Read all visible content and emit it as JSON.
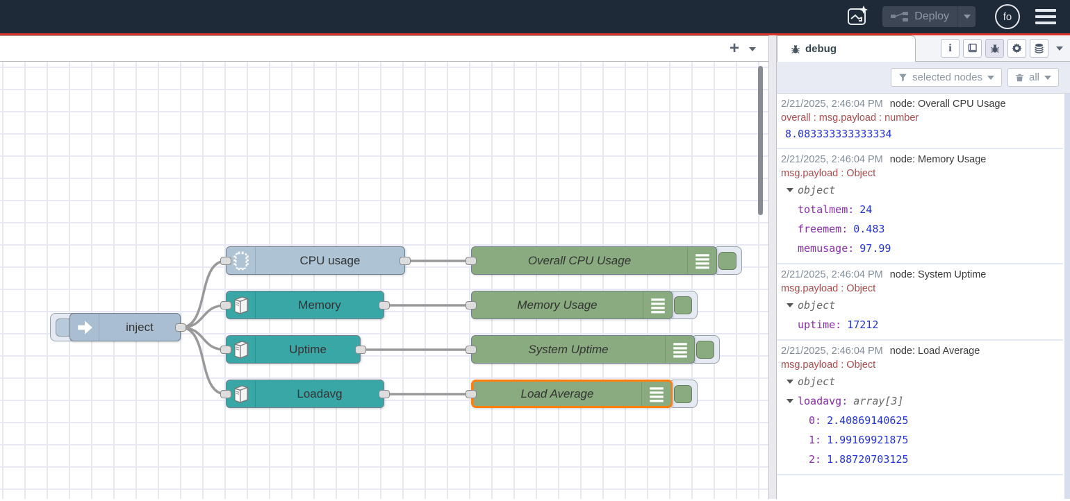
{
  "colors": {
    "node-teal": "#3aa7a7",
    "node-green": "#8aab80",
    "node-inject": "#a9bed2",
    "node-cpu": "#aec3d4",
    "selection-orange": "#ff7f0e",
    "debug-blue": "#2433d9",
    "debug-purple": "#8a2daa",
    "header-bg": "#1f2a38",
    "deploy-red-line": "#d9352b"
  },
  "header": {
    "deploy_label": "Deploy",
    "avatar_text": "fo"
  },
  "workspace_tabbar": {
    "add_flow_label": "+"
  },
  "flow": {
    "nodes": [
      {
        "label": "inject"
      },
      {
        "label": "CPU usage"
      },
      {
        "label": "Memory"
      },
      {
        "label": "Uptime"
      },
      {
        "label": "Loadavg"
      },
      {
        "label": "Overall CPU Usage"
      },
      {
        "label": "Memory Usage"
      },
      {
        "label": "System Uptime"
      },
      {
        "label": "Load Average"
      }
    ]
  },
  "sidebar": {
    "tab_label": "debug",
    "filter_label": "selected nodes",
    "clear_label": "all",
    "messages": [
      {
        "timestamp": "2/21/2025, 2:46:04 PM",
        "node": "node: Overall CPU Usage",
        "property": "overall : msg.payload : number",
        "value": "8.083333333333334"
      },
      {
        "timestamp": "2/21/2025, 2:46:04 PM",
        "node": "node: Memory Usage",
        "property": "msg.payload : Object",
        "object_label": "object",
        "entries": [
          {
            "k": "totalmem:",
            "v": "24"
          },
          {
            "k": "freemem:",
            "v": "0.483"
          },
          {
            "k": "memusage:",
            "v": "97.99"
          }
        ]
      },
      {
        "timestamp": "2/21/2025, 2:46:04 PM",
        "node": "node: System Uptime",
        "property": "msg.payload : Object",
        "object_label": "object",
        "entries": [
          {
            "k": "uptime:",
            "v": "17212"
          }
        ]
      },
      {
        "timestamp": "2/21/2025, 2:46:04 PM",
        "node": "node: Load Average",
        "property": "msg.payload : Object",
        "object_label": "object",
        "array_key": "loadavg:",
        "array_type": "array[3]",
        "items": [
          {
            "k": "0:",
            "v": "2.40869140625"
          },
          {
            "k": "1:",
            "v": "1.99169921875"
          },
          {
            "k": "2:",
            "v": "1.88720703125"
          }
        ]
      }
    ]
  }
}
